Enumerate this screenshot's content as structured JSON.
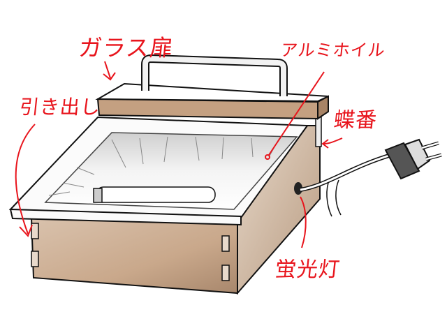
{
  "labels": {
    "glass_door": "ガラス扉",
    "aluminum_foil": "アルミホイル",
    "drawer": "引き出し",
    "hinge": "蝶番",
    "fluorescent_lamp": "蛍光灯"
  },
  "colors": {
    "annotation": "#e8141c",
    "wood": "#c4a081",
    "wood_dark": "#a88466"
  }
}
